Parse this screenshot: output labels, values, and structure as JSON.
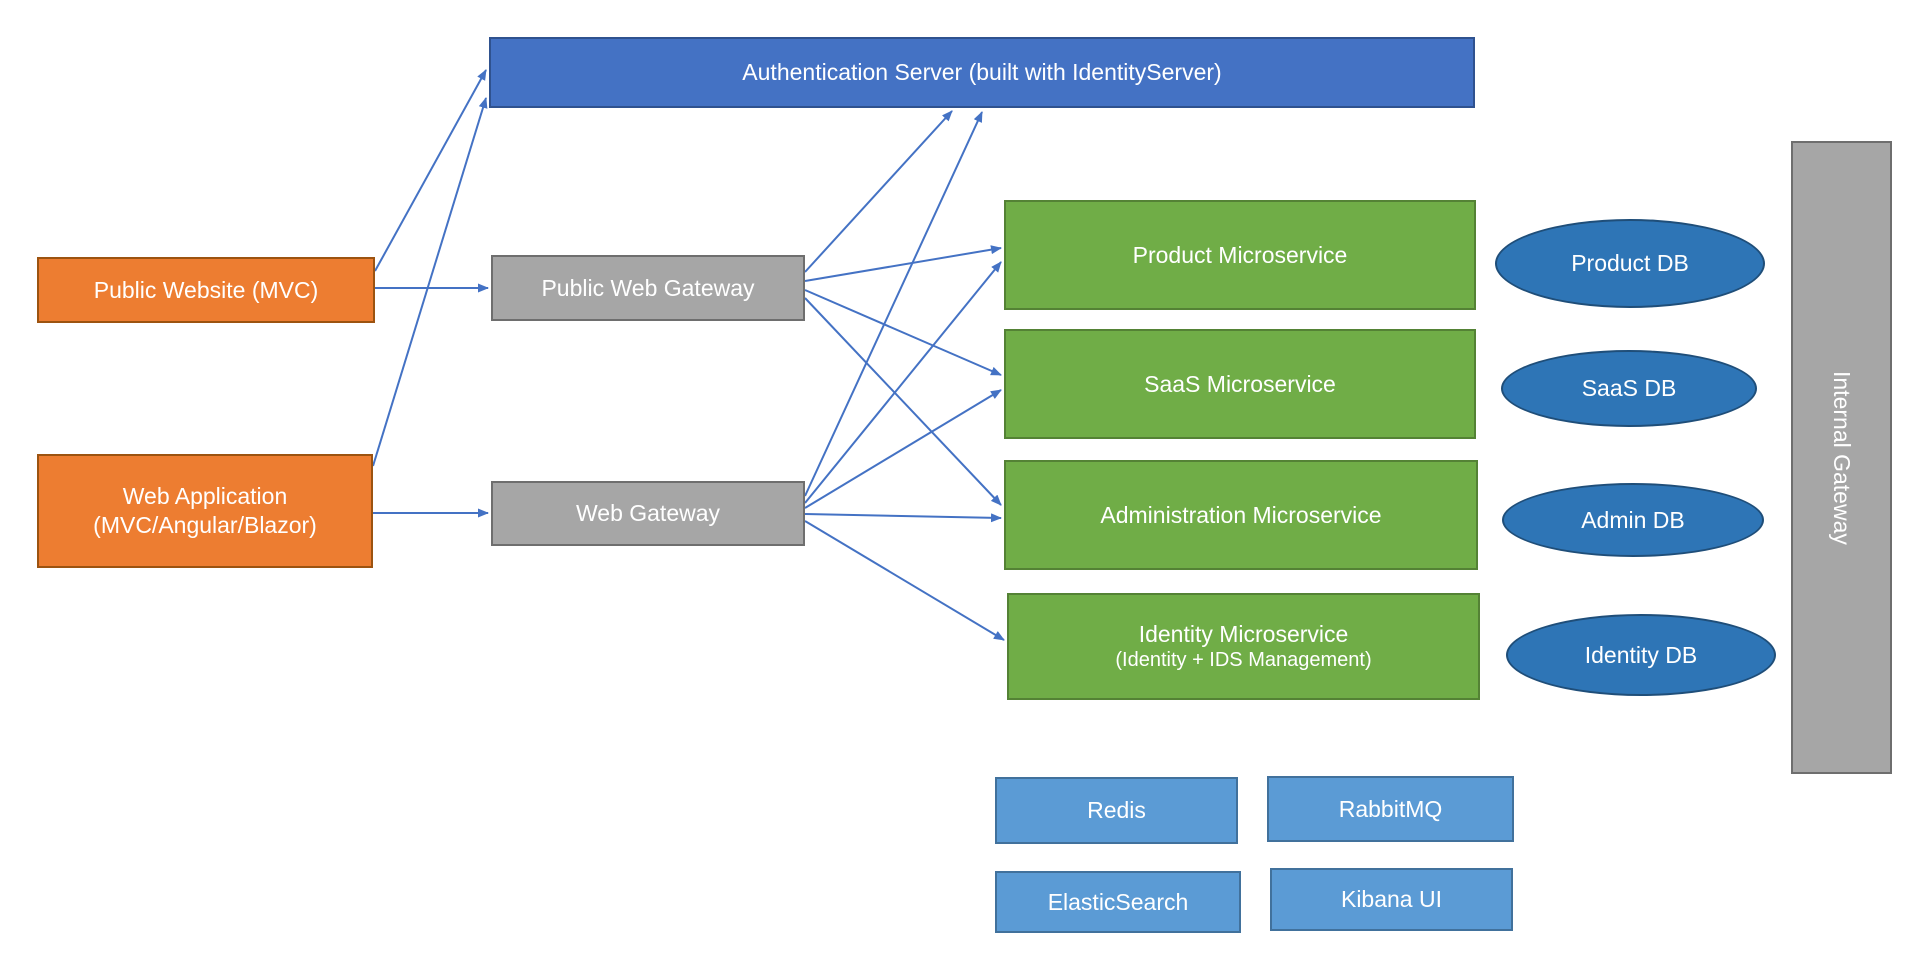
{
  "nodes": {
    "auth_server": {
      "label": "Authentication Server (built with IdentityServer)"
    },
    "public_website": {
      "label": "Public Website (MVC)"
    },
    "web_application": {
      "label_line1": "Web Application",
      "label_line2": "(MVC/Angular/Blazor)"
    },
    "public_web_gateway": {
      "label": "Public Web Gateway"
    },
    "web_gateway": {
      "label": "Web Gateway"
    },
    "product_microservice": {
      "label": "Product Microservice"
    },
    "saas_microservice": {
      "label": "SaaS Microservice"
    },
    "administration_microservice": {
      "label": "Administration Microservice"
    },
    "identity_microservice": {
      "label_line1": "Identity Microservice",
      "label_line2": "(Identity + IDS Management)"
    },
    "product_db": {
      "label": "Product DB"
    },
    "saas_db": {
      "label": "SaaS DB"
    },
    "admin_db": {
      "label": "Admin DB"
    },
    "identity_db": {
      "label": "Identity DB"
    },
    "internal_gateway": {
      "label": "Internal Gateway"
    },
    "redis": {
      "label": "Redis"
    },
    "rabbitmq": {
      "label": "RabbitMQ"
    },
    "elasticsearch": {
      "label": "ElasticSearch"
    },
    "kibana": {
      "label": "Kibana UI"
    }
  },
  "edges": [
    {
      "from": "public_website",
      "to": "auth_server"
    },
    {
      "from": "public_website",
      "to": "public_web_gateway"
    },
    {
      "from": "web_application",
      "to": "auth_server"
    },
    {
      "from": "web_application",
      "to": "web_gateway"
    },
    {
      "from": "public_web_gateway",
      "to": "auth_server"
    },
    {
      "from": "public_web_gateway",
      "to": "product_microservice"
    },
    {
      "from": "public_web_gateway",
      "to": "saas_microservice"
    },
    {
      "from": "public_web_gateway",
      "to": "administration_microservice"
    },
    {
      "from": "web_gateway",
      "to": "auth_server"
    },
    {
      "from": "web_gateway",
      "to": "product_microservice"
    },
    {
      "from": "web_gateway",
      "to": "saas_microservice"
    },
    {
      "from": "web_gateway",
      "to": "administration_microservice"
    },
    {
      "from": "web_gateway",
      "to": "identity_microservice"
    }
  ],
  "colors": {
    "client_orange": "#ED7D31",
    "auth_blue": "#4472C4",
    "gateway_gray": "#A6A6A6",
    "microservice_green": "#70AD47",
    "database_blue": "#2E75B6",
    "infra_light_blue": "#5B9BD5",
    "arrow_blue": "#4472C4",
    "label_white": "#FFFFFF"
  }
}
